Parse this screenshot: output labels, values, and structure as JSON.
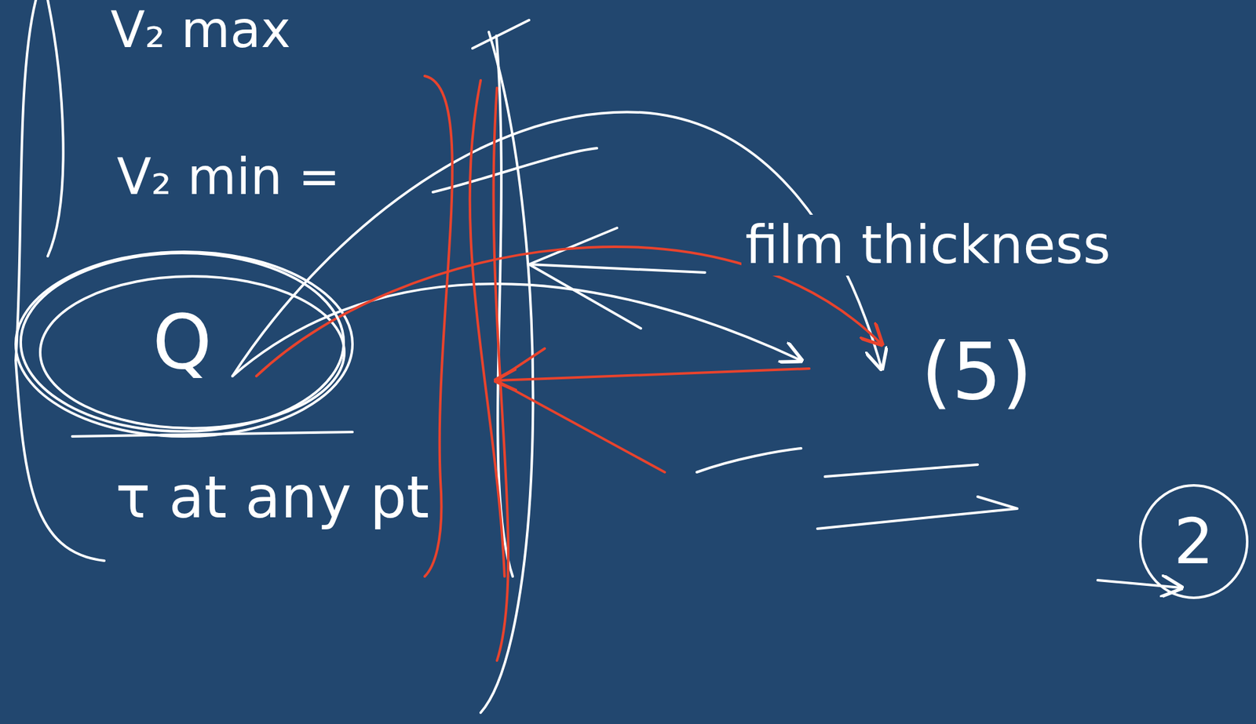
{
  "diagram": {
    "nodes": [
      {
        "text": [
          "Q"
        ]
      },
      {
        "text": [
          "2"
        ]
      }
    ],
    "labels": [
      "V₂ max",
      "V₂ min =",
      "τ at any pt",
      "film thickness",
      "(5)"
    ]
  }
}
